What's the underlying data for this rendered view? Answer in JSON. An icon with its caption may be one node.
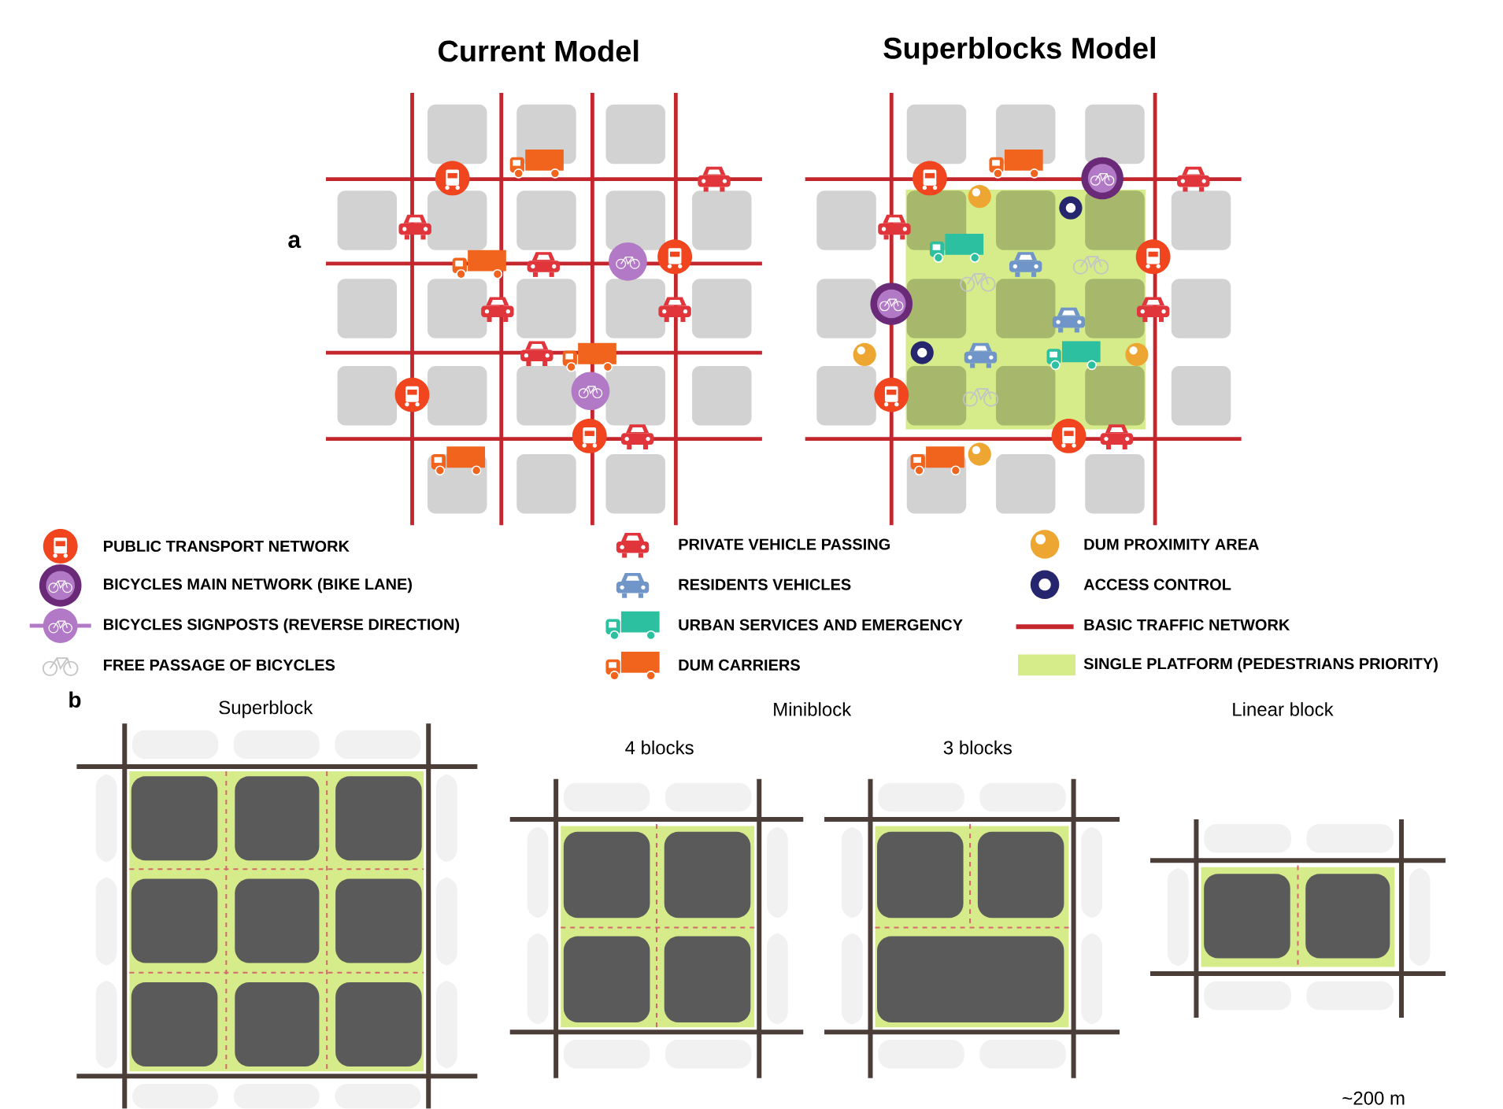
{
  "diagram": {
    "labels": [
      "Current Model",
      "Superblocks Model",
      "a",
      "b",
      "Superblock",
      "Miniblock",
      "Linear block",
      "4 blocks",
      "3 blocks",
      "~200 m"
    ],
    "legend": [
      {
        "text": "PUBLIC TRANSPORT NETWORK"
      },
      {
        "text": "BICYCLES MAIN NETWORK (BIKE LANE)"
      },
      {
        "text": "BICYCLES SIGNPOSTS (REVERSE DIRECTION)"
      },
      {
        "text": "FREE PASSAGE OF BICYCLES"
      },
      {
        "text": "PRIVATE VEHICLE PASSING"
      },
      {
        "text": "RESIDENTS VEHICLES"
      },
      {
        "text": "URBAN SERVICES AND EMERGENCY"
      },
      {
        "text": "DUM CARRIERS"
      },
      {
        "text": "DUM PROXIMITY AREA"
      },
      {
        "text": "ACCESS CONTROL"
      },
      {
        "text": "BASIC TRAFFIC NETWORK"
      },
      {
        "text": "SINGLE PLATFORM (PEDESTRIANS PRIORITY)",
        "color": "#d6ec8a"
      }
    ]
  }
}
